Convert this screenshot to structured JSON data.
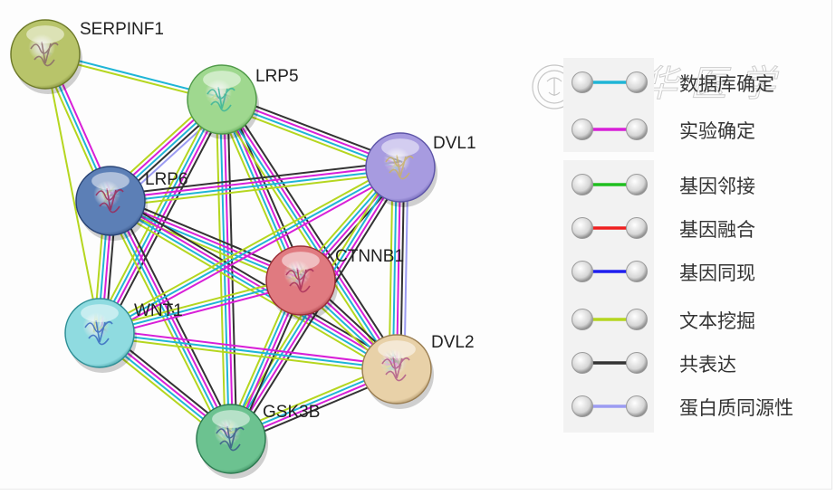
{
  "network": {
    "nodes": [
      {
        "id": "SERPINF1",
        "label": "SERPINF1",
        "color": "#b8c46a",
        "dark": "#6e7a2a",
        "glyph": "#8a6a6a"
      },
      {
        "id": "LRP5",
        "label": "LRP5",
        "color": "#9fd88f",
        "dark": "#4f9a48",
        "glyph": "#3ab59a"
      },
      {
        "id": "DVL1",
        "label": "DVL1",
        "color": "#a79be0",
        "dark": "#5e55a8",
        "glyph": "#c9b26a"
      },
      {
        "id": "LRP6",
        "label": "LRP6",
        "color": "#5c7fb6",
        "dark": "#2a4576",
        "glyph": "#9a2a5a"
      },
      {
        "id": "CTNNB1",
        "label": "CTNNB1",
        "color": "#e07a80",
        "dark": "#9a2e36",
        "glyph": "#a8305a"
      },
      {
        "id": "WNT1",
        "label": "WNT1",
        "color": "#8fdbe0",
        "dark": "#2e8f96",
        "glyph": "#3a6ac0"
      },
      {
        "id": "DVL2",
        "label": "DVL2",
        "color": "#e8d1a8",
        "dark": "#9a7e52",
        "glyph": "#b05a8a"
      },
      {
        "id": "GSK3B",
        "label": "GSK3B",
        "color": "#6cc290",
        "dark": "#2c7a50",
        "glyph": "#3a5a8a"
      }
    ],
    "edges": [
      {
        "source": "SERPINF1",
        "target": "LRP5",
        "types": [
          "database",
          "textmining"
        ]
      },
      {
        "source": "SERPINF1",
        "target": "LRP6",
        "types": [
          "experimental",
          "database",
          "textmining"
        ]
      },
      {
        "source": "SERPINF1",
        "target": "WNT1",
        "types": [
          "textmining"
        ]
      },
      {
        "source": "LRP5",
        "target": "LRP6",
        "types": [
          "homology",
          "coexpression",
          "database",
          "experimental",
          "textmining"
        ]
      },
      {
        "source": "LRP5",
        "target": "DVL1",
        "types": [
          "coexpression",
          "experimental",
          "database",
          "textmining"
        ]
      },
      {
        "source": "LRP5",
        "target": "CTNNB1",
        "types": [
          "coexpression",
          "experimental",
          "database",
          "textmining"
        ]
      },
      {
        "source": "LRP5",
        "target": "WNT1",
        "types": [
          "coexpression",
          "experimental",
          "database",
          "textmining"
        ]
      },
      {
        "source": "LRP5",
        "target": "DVL2",
        "types": [
          "coexpression",
          "experimental",
          "database",
          "textmining"
        ]
      },
      {
        "source": "LRP5",
        "target": "GSK3B",
        "types": [
          "coexpression",
          "experimental",
          "database",
          "textmining"
        ]
      },
      {
        "source": "LRP6",
        "target": "DVL1",
        "types": [
          "coexpression",
          "experimental",
          "database",
          "textmining"
        ]
      },
      {
        "source": "LRP6",
        "target": "CTNNB1",
        "types": [
          "coexpression",
          "experimental",
          "database",
          "textmining"
        ]
      },
      {
        "source": "LRP6",
        "target": "WNT1",
        "types": [
          "coexpression",
          "experimental",
          "database",
          "textmining"
        ]
      },
      {
        "source": "LRP6",
        "target": "DVL2",
        "types": [
          "coexpression",
          "experimental",
          "database",
          "textmining"
        ]
      },
      {
        "source": "LRP6",
        "target": "GSK3B",
        "types": [
          "coexpression",
          "experimental",
          "database",
          "textmining"
        ]
      },
      {
        "source": "DVL1",
        "target": "CTNNB1",
        "types": [
          "coexpression",
          "experimental",
          "database",
          "textmining"
        ]
      },
      {
        "source": "DVL1",
        "target": "WNT1",
        "types": [
          "experimental",
          "database",
          "textmining"
        ]
      },
      {
        "source": "DVL1",
        "target": "DVL2",
        "types": [
          "homology",
          "coexpression",
          "experimental",
          "database",
          "textmining"
        ]
      },
      {
        "source": "DVL1",
        "target": "GSK3B",
        "types": [
          "coexpression",
          "experimental",
          "database",
          "textmining"
        ]
      },
      {
        "source": "CTNNB1",
        "target": "WNT1",
        "types": [
          "experimental",
          "database",
          "textmining"
        ]
      },
      {
        "source": "CTNNB1",
        "target": "DVL2",
        "types": [
          "coexpression",
          "experimental",
          "database",
          "textmining"
        ]
      },
      {
        "source": "CTNNB1",
        "target": "GSK3B",
        "types": [
          "coexpression",
          "experimental",
          "database",
          "textmining"
        ]
      },
      {
        "source": "WNT1",
        "target": "DVL2",
        "types": [
          "experimental",
          "database",
          "textmining"
        ]
      },
      {
        "source": "WNT1",
        "target": "GSK3B",
        "types": [
          "coexpression",
          "experimental",
          "database",
          "textmining"
        ]
      },
      {
        "source": "DVL2",
        "target": "GSK3B",
        "types": [
          "coexpression",
          "experimental",
          "database",
          "textmining"
        ]
      }
    ]
  },
  "edge_colors": {
    "database": "#1fb5d6",
    "experimental": "#d81fd8",
    "neighborhood": "#1fbf1f",
    "fusion": "#ef1f1f",
    "cooccurrence": "#1f1fef",
    "textmining": "#b5d61f",
    "coexpression": "#333333",
    "homology": "#9b9bf2"
  },
  "legend": {
    "groups": [
      {
        "items": [
          {
            "type": "database",
            "label": "数据库确定"
          },
          {
            "type": "experimental",
            "label": "实验确定"
          }
        ]
      },
      {
        "items": [
          {
            "type": "neighborhood",
            "label": "基因邻接"
          },
          {
            "type": "fusion",
            "label": "基因融合"
          },
          {
            "type": "cooccurrence",
            "label": "基因同现"
          }
        ]
      },
      {
        "items": [
          {
            "type": "textmining",
            "label": "文本挖掘"
          },
          {
            "type": "coexpression",
            "label": "共表达"
          },
          {
            "type": "homology",
            "label": "蛋白质同源性"
          }
        ]
      }
    ]
  },
  "watermark": {
    "text": "中华医学会"
  }
}
